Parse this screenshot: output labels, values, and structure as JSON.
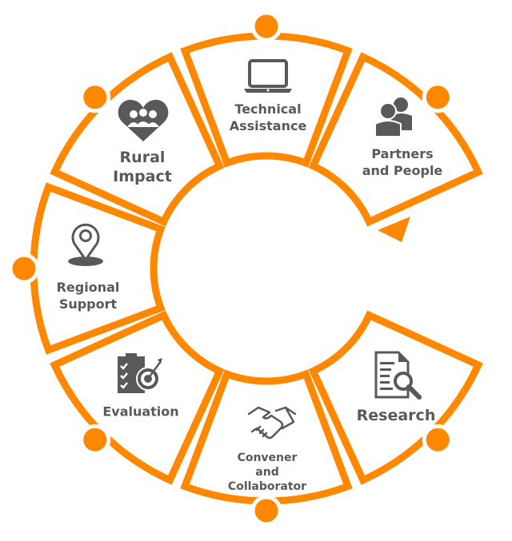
{
  "colors": {
    "accent": "#FF8800",
    "text": "#58595b",
    "icon": "#58595b"
  },
  "segments": [
    {
      "id": "technical-assistance",
      "lines": [
        "Technical",
        "Assistance"
      ],
      "icon": "laptop-icon"
    },
    {
      "id": "partners-and-people",
      "lines": [
        "Partners",
        "and People"
      ],
      "icon": "people-icon"
    },
    {
      "id": "research",
      "lines": [
        "Research"
      ],
      "icon": "document-search-icon"
    },
    {
      "id": "convener-and-collaborator",
      "lines": [
        "Convener",
        "and",
        "Collaborator"
      ],
      "icon": "handshake-icon"
    },
    {
      "id": "evaluation",
      "lines": [
        "Evaluation"
      ],
      "icon": "checklist-target-icon"
    },
    {
      "id": "regional-support",
      "lines": [
        "Regional",
        "Support"
      ],
      "icon": "map-pin-icon"
    },
    {
      "id": "rural-impact",
      "lines": [
        "Rural",
        "Impact"
      ],
      "icon": "heart-people-icon"
    }
  ]
}
